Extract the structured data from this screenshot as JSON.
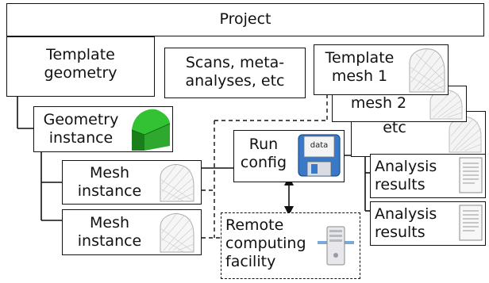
{
  "nodes": {
    "project": "Project",
    "template_geometry": "Template\ngeometry",
    "scans": "Scans, meta-\nanalyses, etc",
    "template_mesh_1": "Template\nmesh 1",
    "mesh_2": "mesh 2",
    "etc": "etc",
    "geometry_instance": "Geometry\ninstance",
    "mesh_instance_1": "Mesh\ninstance",
    "mesh_instance_2": "Mesh\ninstance",
    "run_config": "Run\nconfig",
    "floppy_label": "data",
    "analysis_results_1": "Analysis\nresults",
    "analysis_results_2": "Analysis\nresults",
    "remote": "Remote\ncomputing\nfacility"
  }
}
